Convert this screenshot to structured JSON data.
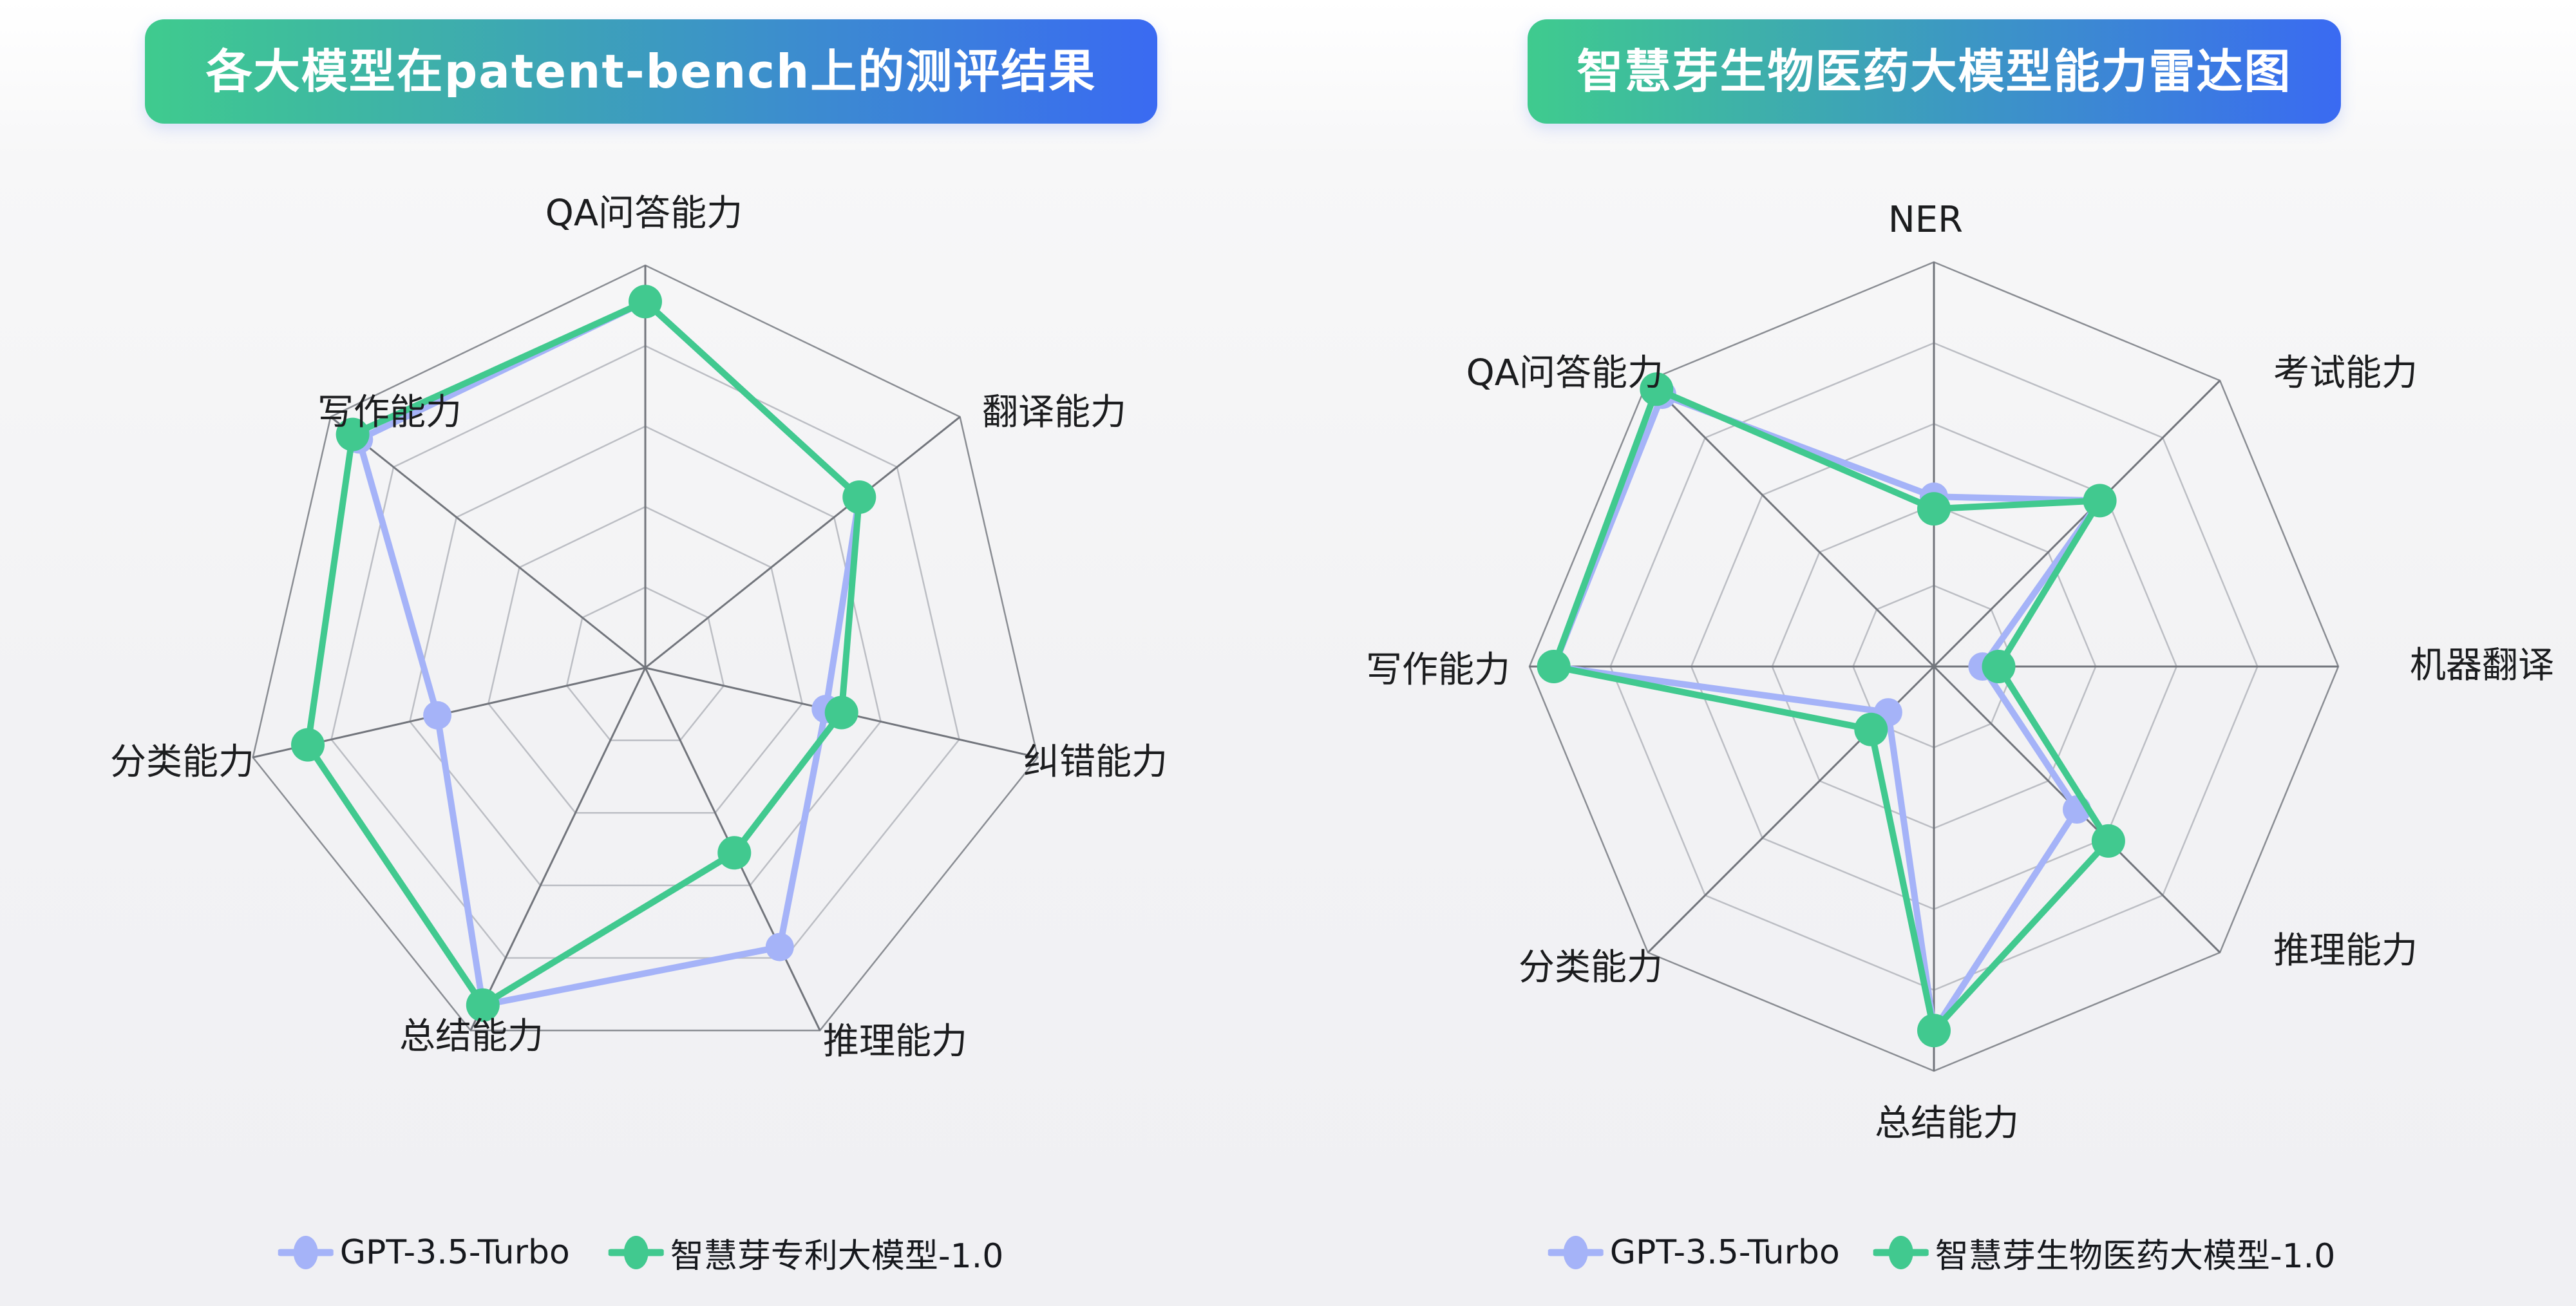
{
  "page_background": "#F2F2F4",
  "chart_data": [
    {
      "type": "radar",
      "title": "各大模型在patent-bench上的测评结果",
      "indicators": [
        "QA问答能力",
        "翻译能力",
        "纠错能力",
        "推理能力",
        "总结能力",
        "分类能力",
        "写作能力"
      ],
      "max": 100,
      "ring_count": 5,
      "grid_shape": "polygon",
      "legend_position": "bottom",
      "series": [
        {
          "name": "GPT-3.5-Turbo",
          "color": "#A5B3F8",
          "values": [
            91,
            68,
            46,
            77,
            93,
            53,
            91
          ]
        },
        {
          "name": "智慧芽专利大模型-1.0",
          "color": "#41C98F",
          "values": [
            91,
            68,
            50,
            51,
            93,
            86,
            93
          ]
        }
      ]
    },
    {
      "type": "radar",
      "title": "智慧芽生物医药大模型能力雷达图",
      "indicators": [
        "NER",
        "考试能力",
        "机器翻译",
        "推理能力",
        "总结能力",
        "分类能力",
        "写作能力",
        "QA问答能力"
      ],
      "max": 100,
      "ring_count": 5,
      "grid_shape": "polygon",
      "legend_position": "bottom",
      "series": [
        {
          "name": "GPT-3.5-Turbo",
          "color": "#A5B3F8",
          "values": [
            42,
            58,
            12,
            50,
            90,
            16,
            94,
            95
          ]
        },
        {
          "name": "智慧芽生物医药大模型-1.0",
          "color": "#41C98F",
          "values": [
            39,
            58,
            16,
            61,
            90,
            22,
            94,
            97
          ]
        }
      ]
    }
  ],
  "styles": {
    "title_gradient_start": "#3FCB8E",
    "title_gradient_end": "#3A6AF2",
    "title_text_color": "#FFFFFF",
    "axis_line_color": "#72757C",
    "grid_line_color": "#BCBEC4",
    "grid_outer_line_color": "#8A8D93",
    "axis_label_color": "#1B1C1E",
    "legend_text_color": "#16181D"
  }
}
